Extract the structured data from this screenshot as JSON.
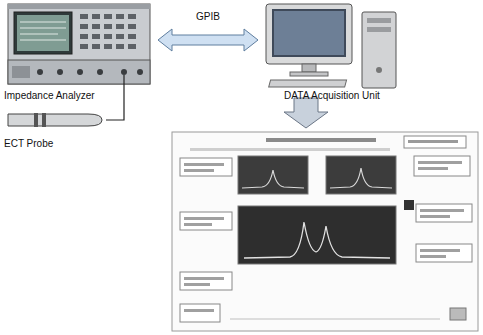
{
  "diagram": {
    "nodes": [
      {
        "text": [
          "Impedance Analyzer"
        ]
      },
      {
        "text": [
          "DATA Acquisition Unit"
        ]
      },
      {
        "text": [
          "ECT Probe"
        ]
      }
    ],
    "edges": [
      {
        "from": 0,
        "to": 1,
        "label": "GPIB",
        "arrow": "both"
      },
      {
        "from": 2,
        "to": 0,
        "arrow": "none"
      }
    ]
  }
}
